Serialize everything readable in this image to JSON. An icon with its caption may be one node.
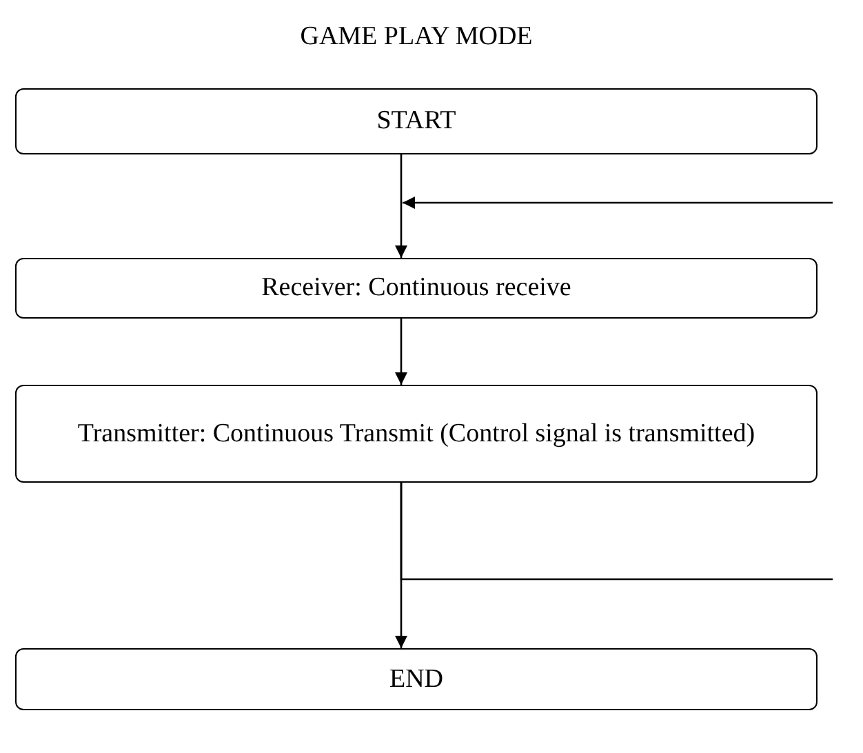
{
  "diagram": {
    "title": "GAME PLAY MODE",
    "nodes": [
      {
        "text": [
          "START"
        ]
      },
      {
        "text": [
          "Receiver: Continuous receive"
        ]
      },
      {
        "text": [
          "Transmitter: Continuous Transmit (Control signal is transmitted)"
        ]
      },
      {
        "text": [
          "END"
        ]
      }
    ],
    "edges": [
      {
        "from": 0,
        "to": 1,
        "arrow": "to"
      },
      {
        "from": null,
        "to": 1,
        "arrow": "to"
      },
      {
        "from": 1,
        "to": 2,
        "arrow": "to"
      },
      {
        "from": 2,
        "to": 3,
        "arrow": "to"
      },
      {
        "from": 2,
        "to": null,
        "arrow": "none"
      }
    ]
  }
}
